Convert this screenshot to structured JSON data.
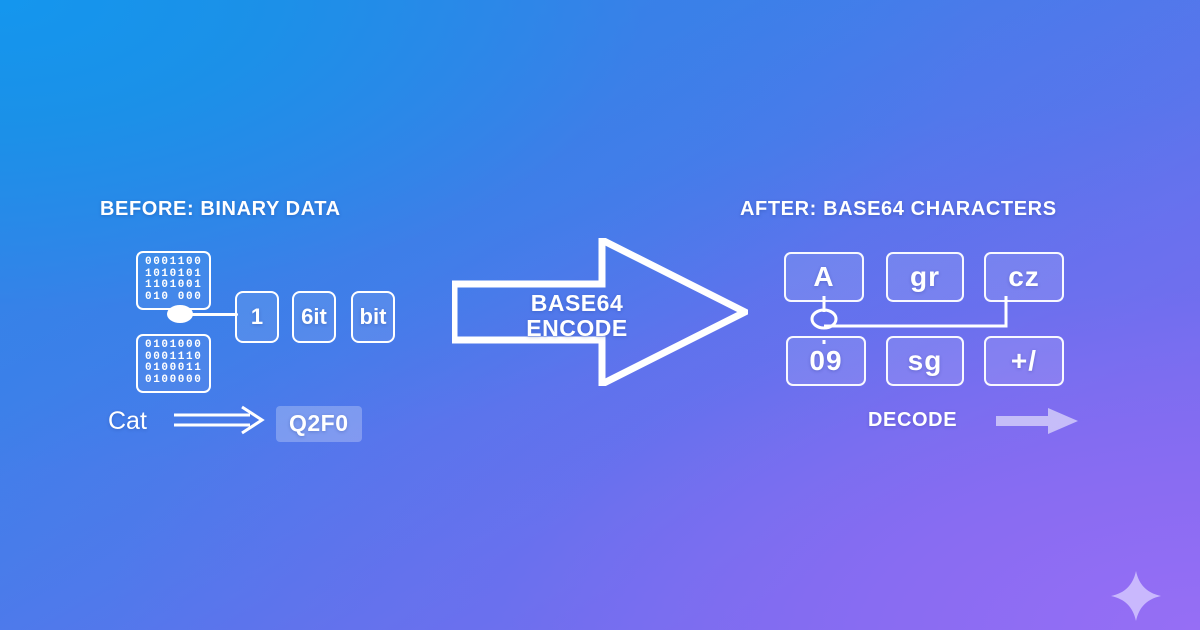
{
  "graphic": {
    "title_left": "BEFORE: BINARY DATA",
    "title_right": "AFTER: BASE64 CHARACTERS",
    "arrow_label_line1": "BASE64",
    "arrow_label_line2": "ENCODE"
  },
  "colors": {
    "background_start": "#1b91e8",
    "background_mid": "#5a74ec",
    "background_end": "#8f6cf2",
    "stroke": "#ffffff",
    "highlight_fill": "rgba(255,255,255,0.26)",
    "sparkle": "#c4b5fd"
  },
  "binary_blocks": [
    {
      "rows": [
        "0001100",
        "1010101",
        "1101001",
        "010 000"
      ]
    },
    {
      "rows": [
        "0101000",
        "0001110",
        "0100011",
        "0100000"
      ]
    }
  ],
  "bit_tiles": [
    {
      "label": "1"
    },
    {
      "label": "6it"
    },
    {
      "label": "bit"
    }
  ],
  "base64_tiles": [
    {
      "label": "A"
    },
    {
      "label": "gr"
    },
    {
      "label": "cz"
    },
    {
      "label": "09"
    },
    {
      "label": "sg"
    },
    {
      "label": "+/"
    }
  ],
  "example": {
    "source": "Cat",
    "arrow": "double-arrow-right-icon",
    "result": "Q2F0"
  },
  "decode": {
    "label": "DECODE",
    "arrow": "arrow-right-icon"
  },
  "icons": {
    "sparkle": "sparkle-icon",
    "encode_arrow": "big-arrow-right-icon",
    "left_connector_dot": "filled-dot-icon",
    "right_connector_dot": "hollow-circle-icon"
  }
}
